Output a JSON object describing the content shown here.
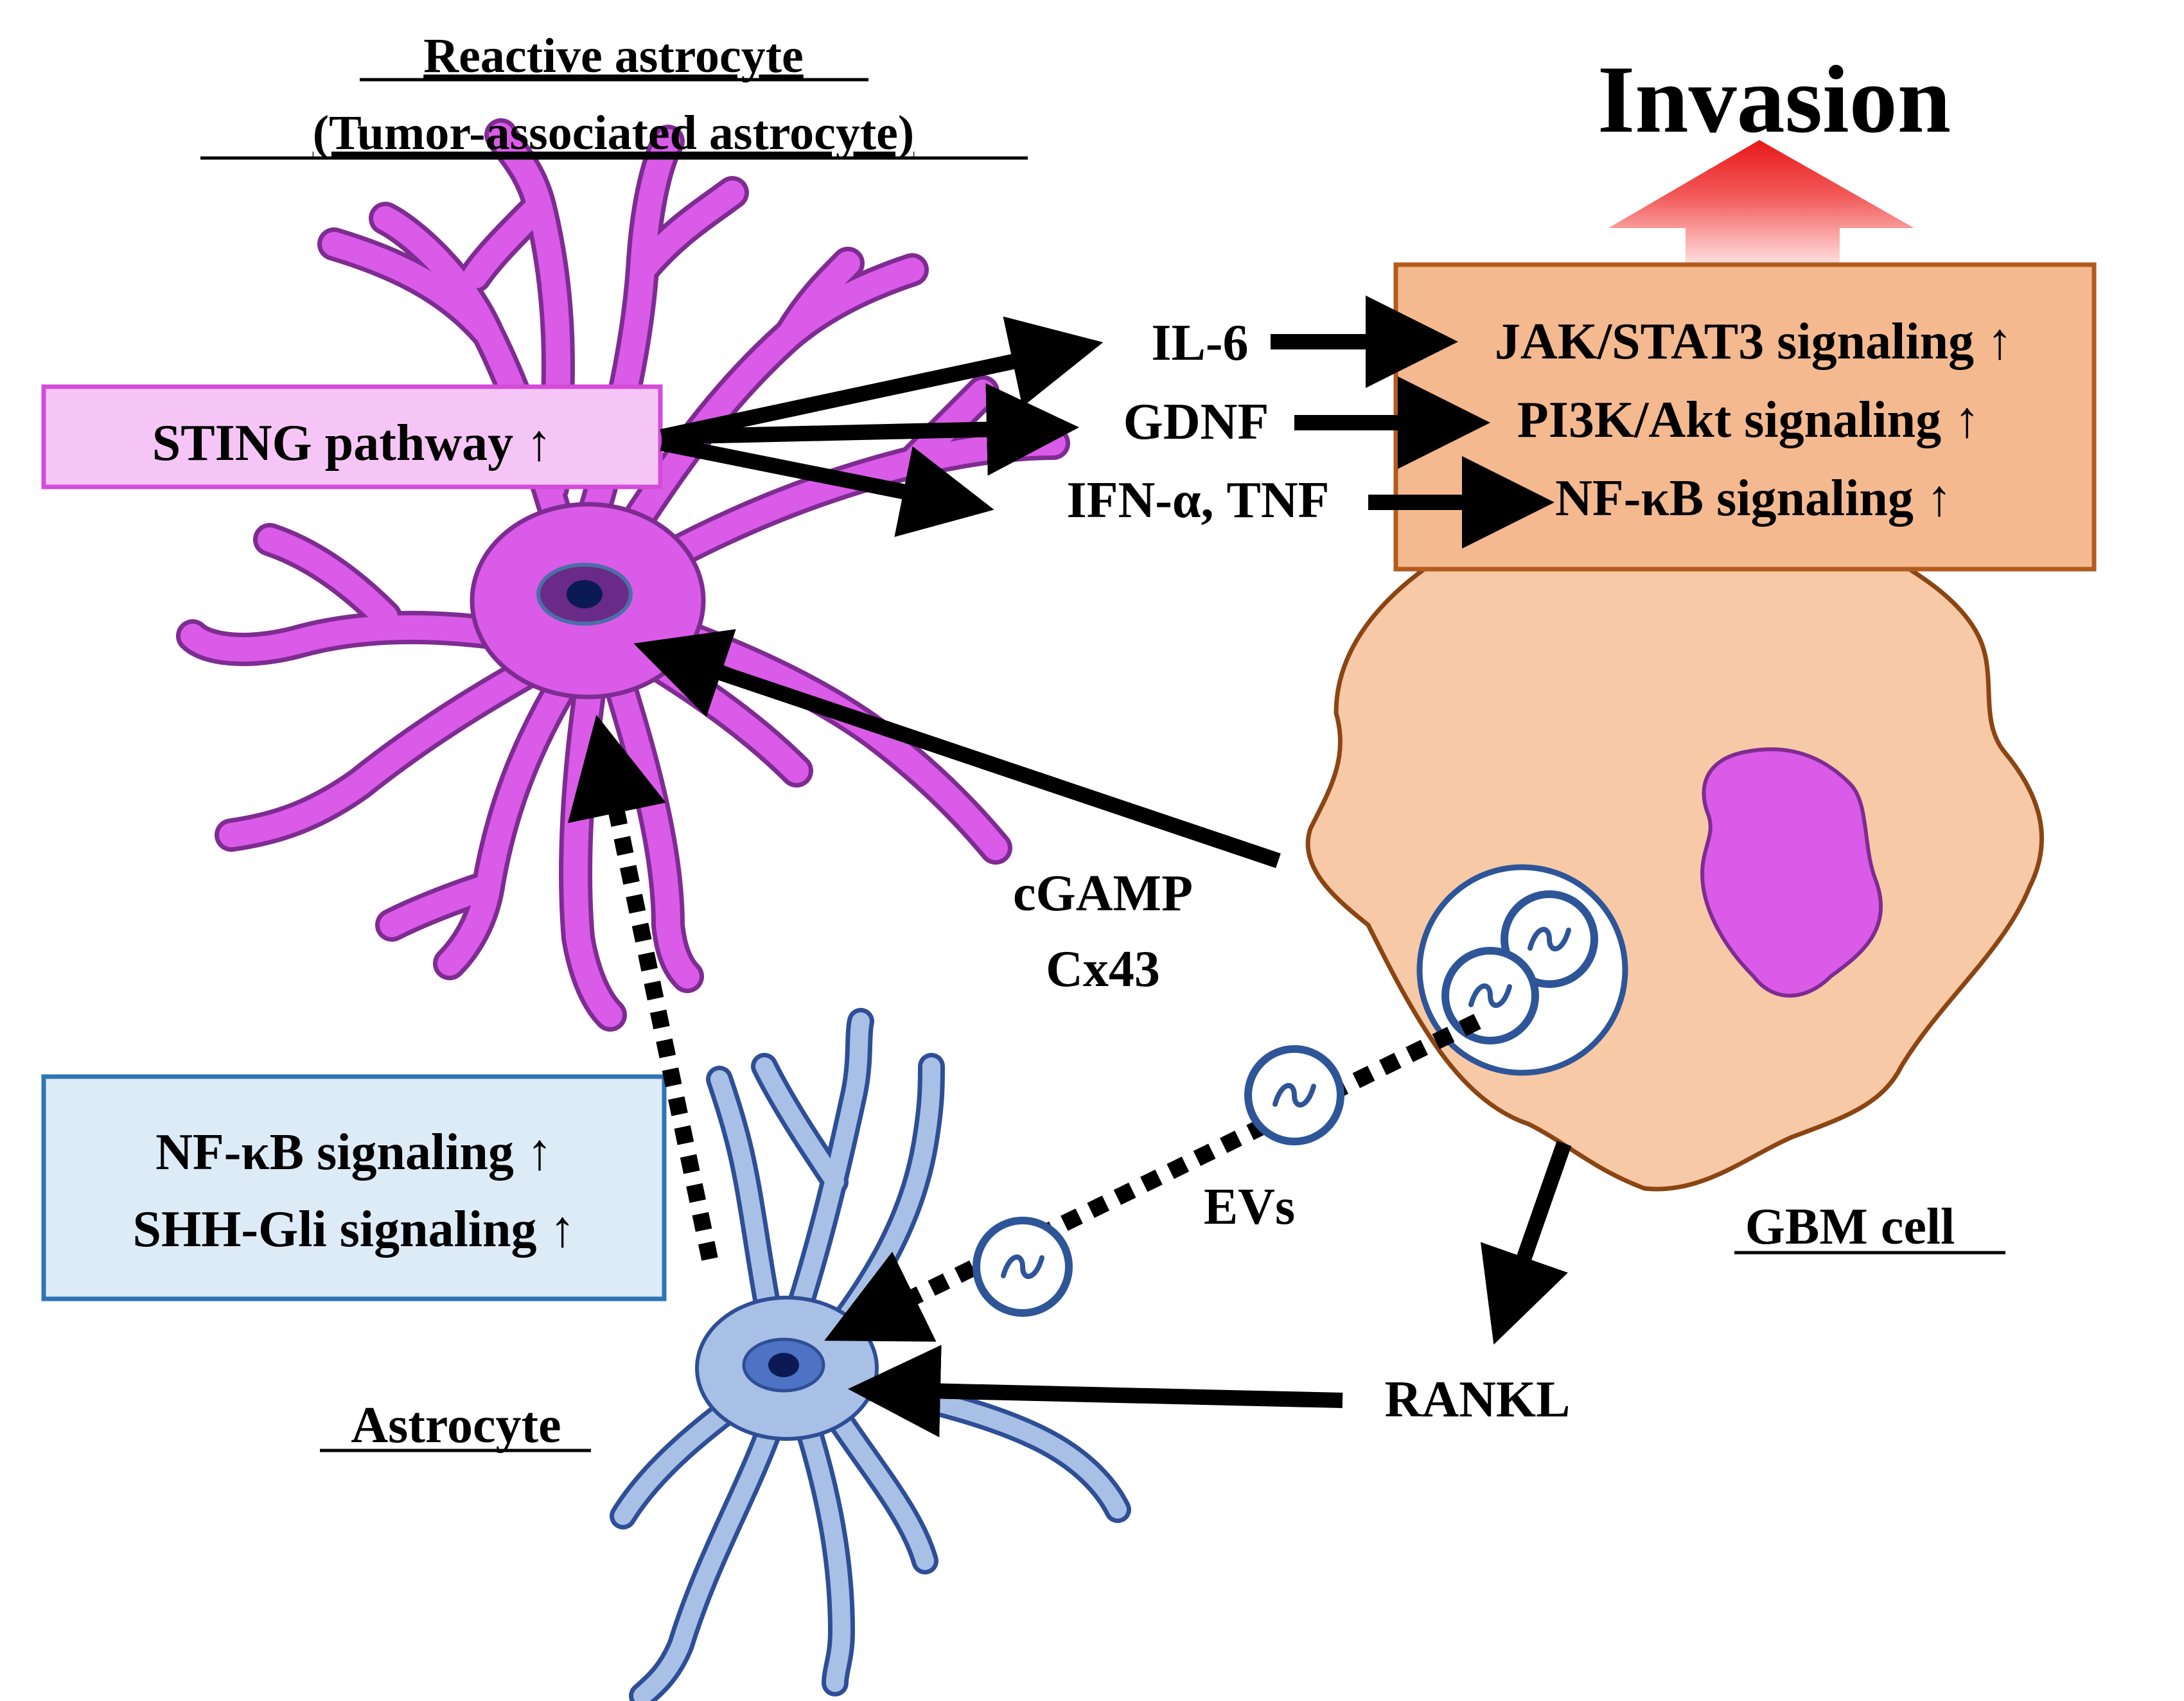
{
  "reactive_astrocyte": {
    "title_line1": "Reactive astrocyte",
    "title_line2": "(Tumor-associated astrocyte)",
    "pathway_label": "STING pathway ↑",
    "cell_color": "#DA5BE8",
    "cell_stroke": "#7E2C92"
  },
  "secreted_factors": {
    "il6": "IL-6",
    "gdnf": "GDNF",
    "ifn_tnf": "IFN-α, TNF"
  },
  "gbm_signaling": {
    "jak_stat3": "JAK/STAT3 signaling ↑",
    "pi3k_akt": "PI3K/Akt signaling ↑",
    "nfkb": "NF-κB signaling ↑",
    "box_fill": "#F4B98F",
    "box_stroke": "#B35B1E"
  },
  "invasion": {
    "label": "Invasion",
    "arrow_color": "#E81E1E"
  },
  "gbm_cell": {
    "label": "GBM cell",
    "cytoplasm_color": "#F8C9A6",
    "outline_color": "#8B4513",
    "nucleus_color": "#DA5BE8"
  },
  "transfer": {
    "cgamp": "cGAMP",
    "cx43": "Cx43",
    "evs": "EVs",
    "rankl": "RANKL"
  },
  "astrocyte": {
    "label": "Astrocyte",
    "signaling_line1": "NF-κB signaling ↑",
    "signaling_line2": "SHH-Gli signaling ↑",
    "cell_color": "#A9C0E6",
    "cell_stroke": "#2E4E96",
    "box_fill": "#DDEBF7",
    "box_stroke": "#2E75B6"
  },
  "ev_color": "#2E5598",
  "pathway_box_fill": "#F5C6F5",
  "pathway_box_stroke": "#D34BD8"
}
